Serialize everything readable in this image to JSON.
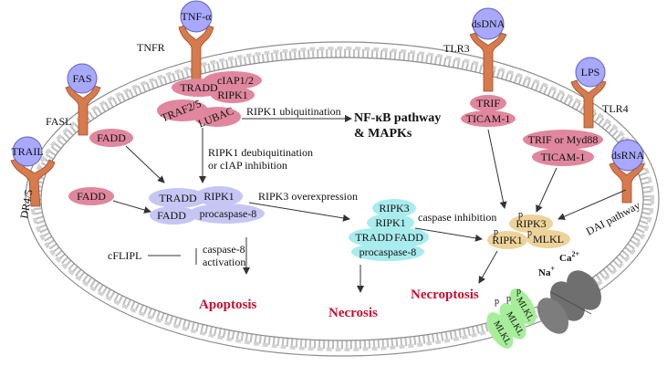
{
  "receptors": {
    "tnfr": {
      "ligand": "TNF-α",
      "name": "TNFR"
    },
    "fas": {
      "ligand": "FAS",
      "name": "FASL"
    },
    "trail": {
      "ligand": "TRAIL",
      "name": "DR4/5"
    },
    "tlr3": {
      "ligand": "dsDNA",
      "name": "TLR3"
    },
    "tlr4": {
      "ligand": "LPS",
      "name": "TLR4"
    },
    "dai": {
      "ligand": "dsRNA",
      "name": "DAI pathway"
    }
  },
  "complexes": {
    "tnf_complex": [
      "TRADD",
      "cIAP1/2",
      "RIPK1",
      "TRAF2/5",
      "LUBAC"
    ],
    "fadd_fas": "FADD",
    "fadd_trail": "FADD",
    "apoptotic": [
      "TRADD",
      "RIPK1",
      "FADD",
      "procaspase-8"
    ],
    "necrosome": [
      "RIPK3",
      "RIPK1",
      "TRADD",
      "FADD",
      "procaspase-8"
    ],
    "trif": [
      "TRIF",
      "TICAM-1"
    ],
    "trif_myd": [
      "TRIF or Myd88",
      "TICAM-1"
    ],
    "necroptosome": {
      "ripk3": "RIPK3",
      "ripk1": "RIPK1",
      "mlkl": "MLKL",
      "p": "p"
    },
    "mlkl_pores": [
      "MLKL",
      "MLKL",
      "MLKL"
    ]
  },
  "labels": {
    "ripk1_ubiq": "RIPK1 ubiquitination",
    "nfkb_line1": "NF-κB pathway",
    "nfkb_line2": "& MAPKs",
    "deubiq_line1": "RIPK1 deubiquitination",
    "deubiq_line2": "or cIAP inhibition",
    "ripk3_over": "RIPK3 overexpression",
    "casp_inhib": "caspase inhibition",
    "cflipl": "cFLIPL",
    "casp8_line1": "caspase-8",
    "casp8_line2": "activation",
    "na": "Na",
    "na_sup": "+",
    "ca": "Ca",
    "ca_sup": "2+"
  },
  "outcomes": {
    "apoptosis": "Apoptosis",
    "necrosis": "Necrosis",
    "necroptosis": "Necroptosis"
  },
  "colors": {
    "receptor": "#d77a4c",
    "ligand": "#a8a8ff",
    "pink": "#e0879e",
    "lavender": "#c6c6f5",
    "cyan": "#a8ecee",
    "tan": "#edd39a",
    "green": "#a7ee9a",
    "outcome": "#c8102e",
    "channel": "#6f6f6f"
  }
}
